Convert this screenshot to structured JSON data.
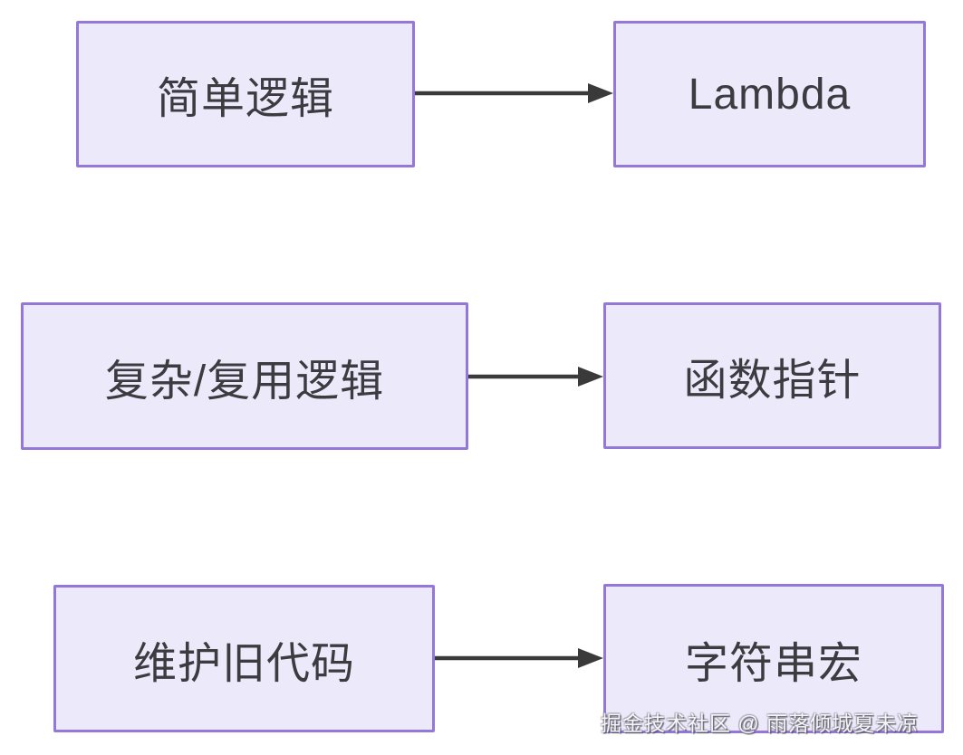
{
  "diagram": {
    "type": "flowchart",
    "background_color": "#ffffff",
    "node_fill_color": "#eceafa",
    "node_border_color": "#9478d8",
    "node_text_color": "#3b3b40",
    "arrow_color": "#3a3a3a",
    "rows": [
      {
        "source": "简单逻辑",
        "target": "Lambda"
      },
      {
        "source": "复杂/复用逻辑",
        "target": "函数指针"
      },
      {
        "source": "维护旧代码",
        "target": "字符串宏"
      }
    ]
  },
  "watermark": {
    "text": "掘金技术社区 @ 雨落倾城夏未凉",
    "color": "#f7f5fa"
  }
}
